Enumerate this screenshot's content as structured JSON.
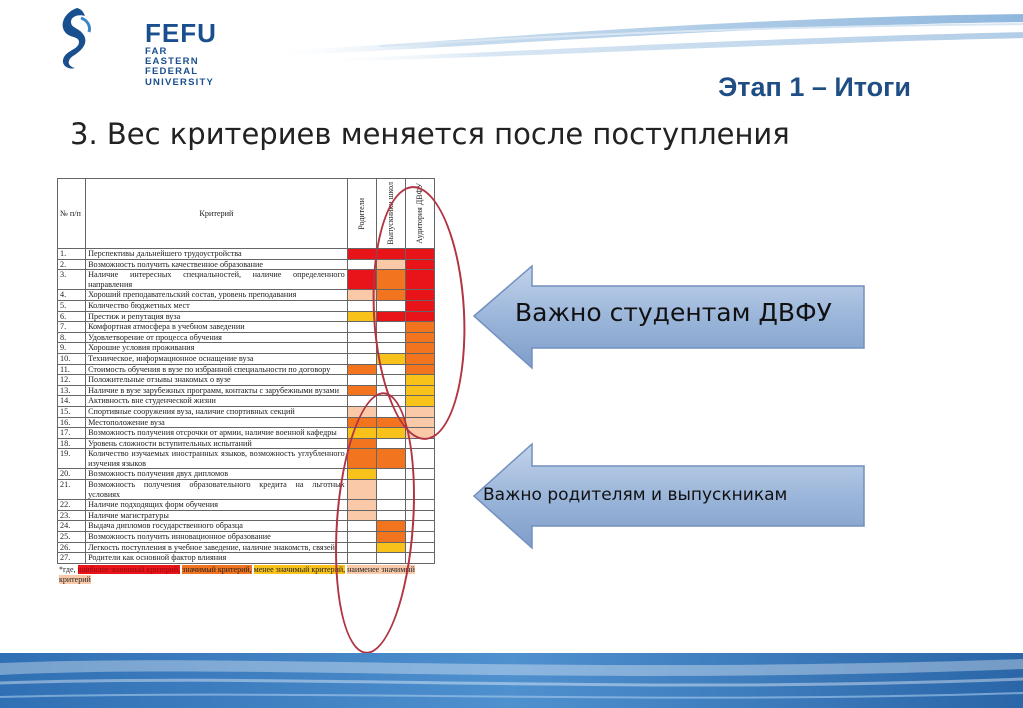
{
  "logo": {
    "big": "FEFU",
    "line1": "FAR EASTERN",
    "line2": "FEDERAL",
    "line3": "UNIVERSITY"
  },
  "stage_title": "Этап 1 – Итоги",
  "heading": "3. Вес критериев меняется после поступления",
  "table": {
    "header": {
      "num": "№ п/п",
      "criterion": "Критерий",
      "col1": "Родители",
      "col2": "Выпускники школ",
      "col3": "Аудитория ДВФУ"
    },
    "rows": [
      {
        "n": "1.",
        "text": "Перспективы дальнейшего трудоустройства",
        "c": [
          "red",
          "red",
          "red"
        ]
      },
      {
        "n": "2.",
        "text": "Возможность получить качественное образование",
        "c": [
          "none",
          "peach",
          "red"
        ]
      },
      {
        "n": "3.",
        "text": "Наличие интересных специальностей, наличие определенного направления",
        "c": [
          "red",
          "orange",
          "red"
        ]
      },
      {
        "n": "4.",
        "text": "Хороший преподавательский состав, уровень преподавания",
        "c": [
          "peach",
          "orange",
          "red"
        ]
      },
      {
        "n": "5.",
        "text": "Количество бюджетных мест",
        "c": [
          "none",
          "none",
          "red"
        ]
      },
      {
        "n": "6.",
        "text": "Престиж и репутация вуза",
        "c": [
          "yellow",
          "red",
          "red"
        ]
      },
      {
        "n": "7.",
        "text": "Комфортная атмосфера в учебном заведении",
        "c": [
          "none",
          "none",
          "orange"
        ]
      },
      {
        "n": "8.",
        "text": "Удовлетворение от процесса обучения",
        "c": [
          "none",
          "none",
          "orange"
        ]
      },
      {
        "n": "9.",
        "text": "Хорошие условия проживания",
        "c": [
          "none",
          "none",
          "orange"
        ]
      },
      {
        "n": "10.",
        "text": "Техническое, информационное оснащение вуза",
        "c": [
          "none",
          "yellow",
          "orange"
        ]
      },
      {
        "n": "11.",
        "text": "Стоимость обучения в вузе по избранной специальности по договору",
        "c": [
          "orange",
          "none",
          "orange"
        ]
      },
      {
        "n": "12.",
        "text": "Положительные отзывы знакомых о вузе",
        "c": [
          "none",
          "none",
          "yellow"
        ]
      },
      {
        "n": "13.",
        "text": "Наличие в вузе зарубежных программ, контакты с зарубежными вузами",
        "c": [
          "orange",
          "none",
          "yellow"
        ]
      },
      {
        "n": "14.",
        "text": "Активность вне студенческой жизни",
        "c": [
          "none",
          "none",
          "yellow"
        ]
      },
      {
        "n": "15.",
        "text": "Спортивные сооружения вуза, наличие спортивных секций",
        "c": [
          "peach",
          "none",
          "peach"
        ]
      },
      {
        "n": "16.",
        "text": "Местоположение вуза",
        "c": [
          "orange",
          "orange",
          "peach"
        ]
      },
      {
        "n": "17.",
        "text": "Возможность получения отсрочки от армии, наличие военной кафедры",
        "c": [
          "yellow",
          "yellow",
          "peach"
        ]
      },
      {
        "n": "18.",
        "text": "Уровень сложности вступительных испытаний",
        "c": [
          "orange",
          "none",
          "none"
        ]
      },
      {
        "n": "19.",
        "text": "Количество изучаемых иностранных языков, возможность углубленного изучения языков",
        "c": [
          "orange",
          "orange",
          "none"
        ]
      },
      {
        "n": "20.",
        "text": "Возможность получения двух дипломов",
        "c": [
          "yellow",
          "none",
          "none"
        ]
      },
      {
        "n": "21.",
        "text": "Возможность получения образовательного кредита на льготных условиях",
        "c": [
          "peach",
          "none",
          "none"
        ]
      },
      {
        "n": "22.",
        "text": "Наличие подходящих форм обучения",
        "c": [
          "peach",
          "none",
          "none"
        ]
      },
      {
        "n": "23.",
        "text": "Наличие магистратуры",
        "c": [
          "peach",
          "none",
          "none"
        ]
      },
      {
        "n": "24.",
        "text": "Выдача дипломов государственного образца",
        "c": [
          "none",
          "orange",
          "none"
        ]
      },
      {
        "n": "25.",
        "text": "Возможность получить инновационное образование",
        "c": [
          "none",
          "orange",
          "none"
        ]
      },
      {
        "n": "26.",
        "text": "Легкость поступления в учебное заведение, наличие знакомств, связей",
        "c": [
          "none",
          "yellow",
          "none"
        ]
      },
      {
        "n": "27.",
        "text": "Родители как основной фактор влияния",
        "c": [
          "none",
          "none",
          "none"
        ]
      }
    ],
    "legend": {
      "prefix": "*где,",
      "red": "наиболее значимый критерий,",
      "orange": "значимый критерий,",
      "yellow": "менее значимый критерий,",
      "peach": "наименее значимый критерий"
    }
  },
  "colors": {
    "red": "#e8141a",
    "orange": "#f2741e",
    "yellow": "#f8c21a",
    "peach": "#f9c9a8",
    "none": "#ffffff",
    "accent": "#1f4e85",
    "oval": "#b03442"
  },
  "arrow1_text": "Важно студентам ДВФУ",
  "arrow2_text": "Важно родителям и выпускникам"
}
